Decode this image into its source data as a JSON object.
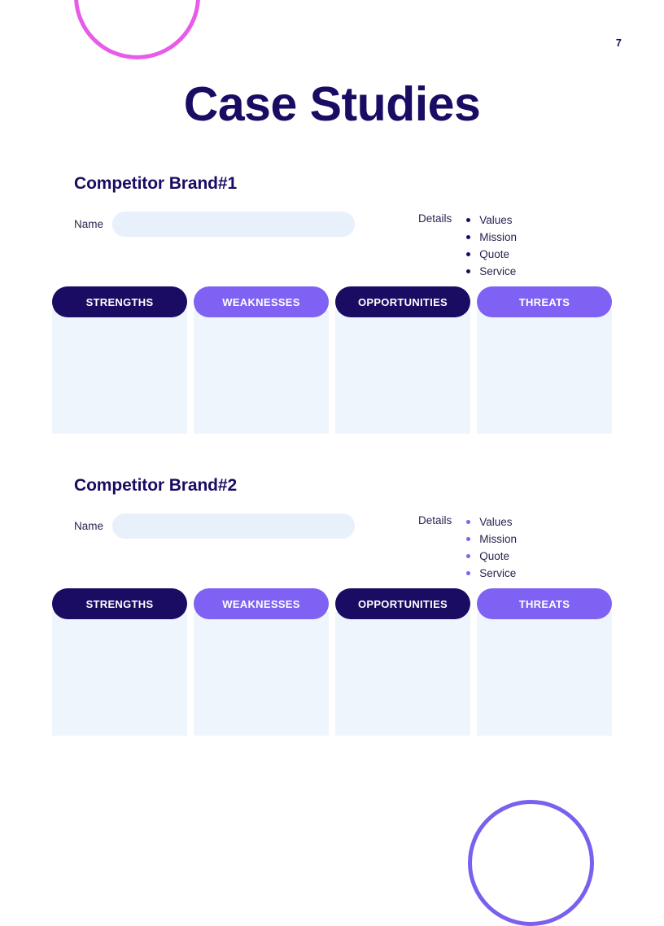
{
  "page": {
    "number": "7",
    "title": "Case Studies"
  },
  "decor": {
    "top_circle_color": "#e85ae8",
    "bottom_circle_color": "#7a60ef",
    "top_circle_name": "magenta-circle-outline",
    "bottom_circle_name": "purple-circle-outline"
  },
  "colors": {
    "navy": "#1a0b63",
    "purple": "#7f62f3",
    "panel_fill": "#eef5fd",
    "input_fill": "#e8f0fb",
    "text": "#2b2350"
  },
  "sections": [
    {
      "heading": "Competitor Brand#1",
      "name_label": "Name",
      "name_value": "",
      "name_placeholder": "",
      "details_label": "Details",
      "details_items": [
        "Values",
        "Mission",
        "Quote",
        "Service"
      ],
      "bullet_color": "#1a0b63",
      "swot": [
        {
          "label": "STRENGTHS",
          "style": "dark"
        },
        {
          "label": "WEAKNESSES",
          "style": "light"
        },
        {
          "label": "OPPORTUNITIES",
          "style": "dark"
        },
        {
          "label": "THREATS",
          "style": "light"
        }
      ]
    },
    {
      "heading": "Competitor Brand#2",
      "name_label": "Name",
      "name_value": "",
      "name_placeholder": "",
      "details_label": "Details",
      "details_items": [
        "Values",
        "Mission",
        "Quote",
        "Service"
      ],
      "bullet_color": "#7f62f3",
      "swot": [
        {
          "label": "STRENGTHS",
          "style": "dark"
        },
        {
          "label": "WEAKNESSES",
          "style": "light"
        },
        {
          "label": "OPPORTUNITIES",
          "style": "dark"
        },
        {
          "label": "THREATS",
          "style": "light"
        }
      ]
    }
  ]
}
